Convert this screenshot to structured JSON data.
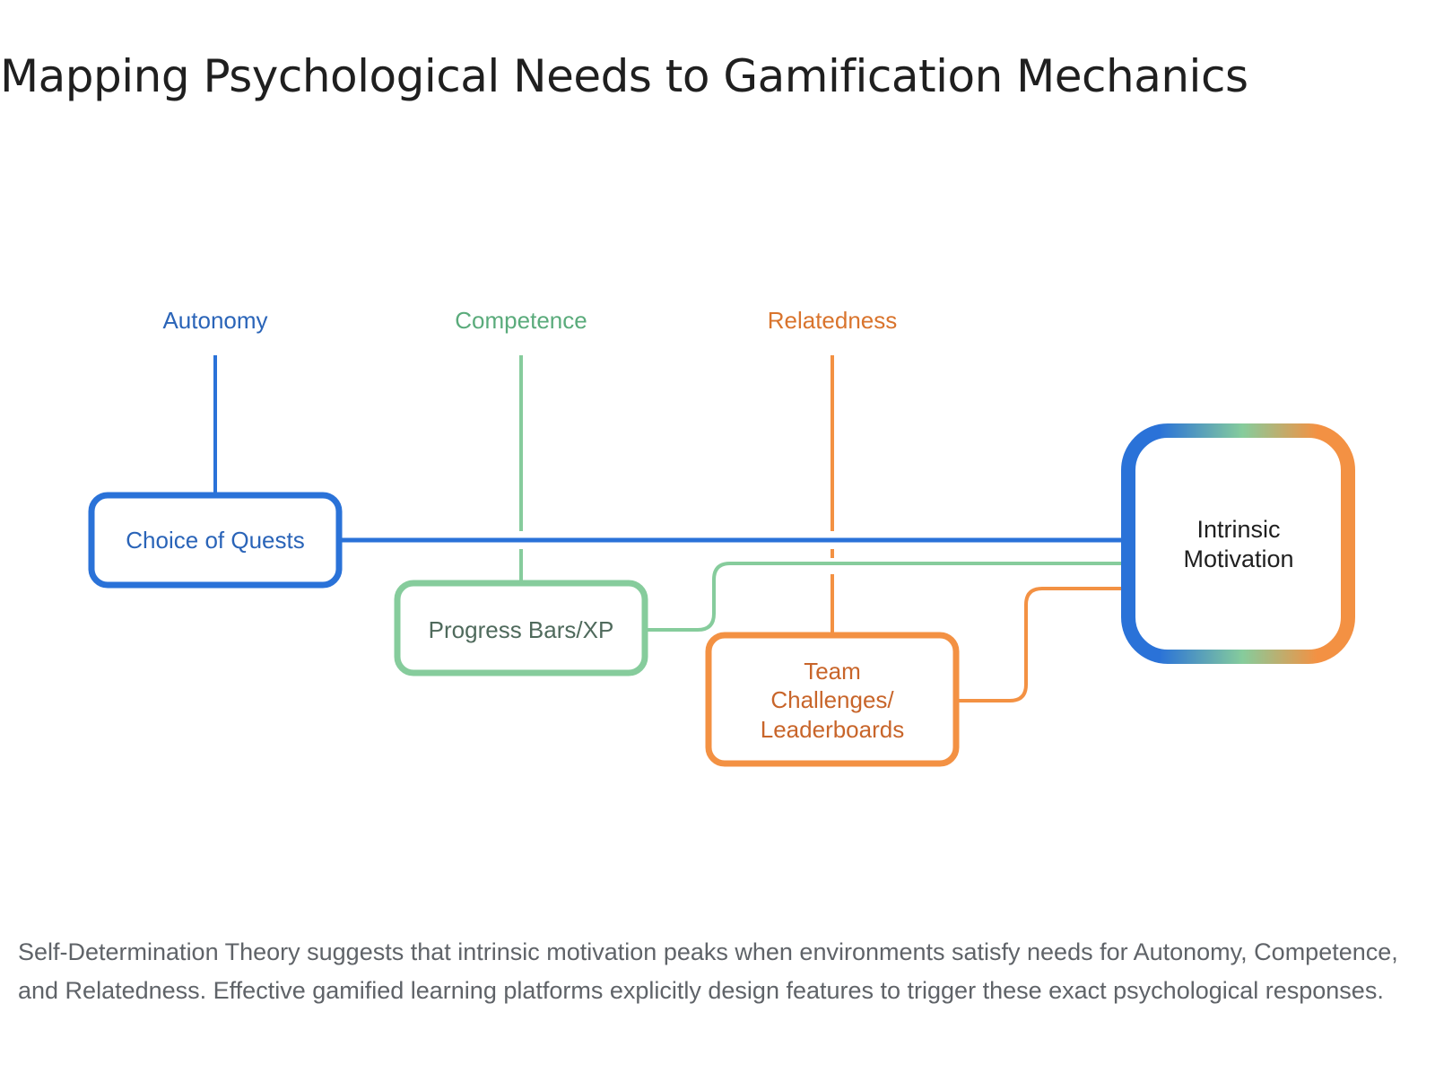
{
  "title": "Mapping Psychological Needs to Gamification Mechanics",
  "colors": {
    "autonomy": "#2a72d8",
    "competence": "#86cc9c",
    "relatedness": "#f39143",
    "autonomy_text": "#2a64b8",
    "competence_text": "#5aab7b",
    "relatedness_text": "#d9742d",
    "outcome_text": "#1f1f1f",
    "caption_text": "#5f6368"
  },
  "diagram": {
    "needs": [
      {
        "id": "autonomy",
        "label": "Autonomy"
      },
      {
        "id": "competence",
        "label": "Competence"
      },
      {
        "id": "relatedness",
        "label": "Relatedness"
      }
    ],
    "mechanics": [
      {
        "id": "choice",
        "need": "autonomy",
        "lines": [
          "Choice of Quests"
        ]
      },
      {
        "id": "progress",
        "need": "competence",
        "lines": [
          "Progress Bars/XP"
        ]
      },
      {
        "id": "team",
        "need": "relatedness",
        "lines": [
          "Team",
          "Challenges/",
          "Leaderboards"
        ]
      }
    ],
    "outcome": {
      "lines": [
        "Intrinsic",
        "Motivation"
      ]
    }
  },
  "caption": "Self-Determination Theory suggests that intrinsic motivation peaks when environments satisfy needs for Autonomy, Competence, and Relatedness. Effective gamified learning platforms explicitly design features to trigger these exact psychological responses."
}
